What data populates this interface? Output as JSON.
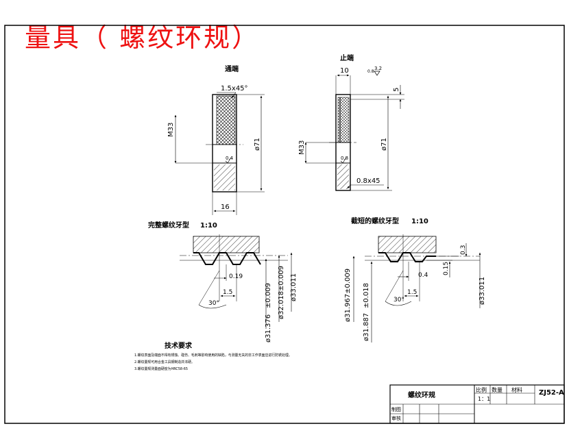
{
  "page_title": "量具（ 螺纹环规）",
  "views": {
    "go_end": {
      "title": "通端",
      "chamfer": "1.5x45°",
      "thread": "M33",
      "outer_dia": "ø71",
      "width": "16",
      "roughness": "0.4"
    },
    "nogo_end": {
      "title": "止端",
      "width": "10",
      "roughness_top": "0.8",
      "roughness_sym": "3.2",
      "step": "5",
      "thread": "M33",
      "outer_dia": "ø71",
      "chamfer": "0.8x45",
      "roughness": "0.8"
    }
  },
  "profiles": {
    "full": {
      "title": "完整螺纹牙型",
      "scale": "1:10",
      "pitch": "1.5",
      "crest": "0.19",
      "angle": "30°",
      "dia_minor": "ø31.376",
      "dia_minor_tol": "±0.009",
      "dia_pitch": "ø32.018±0.009",
      "dia_major": "ø33.011"
    },
    "truncated": {
      "title": "截短的螺纹牙型",
      "scale": "1:10",
      "pitch": "1.5",
      "crest": "0.4",
      "flat": "0.15",
      "height": "0.3",
      "angle": "30°",
      "dia_pitch": "ø31.967±0.009",
      "dia_minor": "ø31.887",
      "dia_minor_tol": "±0.018",
      "dia_major": "ø33.011"
    }
  },
  "requirements": {
    "title": "技术要求",
    "items": [
      "1.螺纹表面及端面不得有锈蚀、碰伤、毛刺等影响使用的缺陷，与测量无关的非工作表面应进行防锈处理。",
      "2.螺纹量规可用合金工具钢制造并淬硬。",
      "3.螺纹量规测量面硬度为HRC58-65"
    ]
  },
  "title_block": {
    "name": "螺纹环规",
    "col_scale": "比例",
    "col_qty": "数量",
    "col_material": "材料",
    "code": "ZJ52-A",
    "scale_value": "1：1",
    "drawn": "制图",
    "checked": "审核"
  }
}
